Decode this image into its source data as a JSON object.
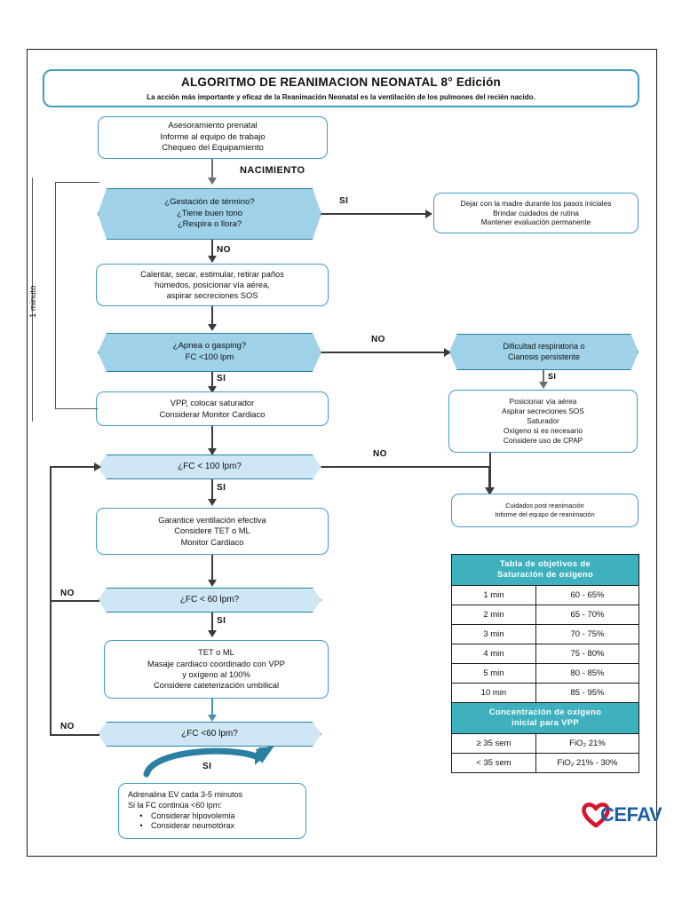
{
  "header": {
    "title": "ALGORITMO DE REANIMACION NEONATAL 8° Edición",
    "subtitle": "La acción más importante y eficaz de la Reanimación Neonatal es la ventilación de los pulmones del recién nacido."
  },
  "timing_label": "1 minuto",
  "nodes": {
    "prenatal": {
      "l1": "Asesoramiento prenatal",
      "l2": "Informe al equipo de trabajo",
      "l3": "Chequeo del Equipamiento"
    },
    "nacimiento_label": "NACIMIENTO",
    "gestacion": {
      "l1": "¿Gestación de término?",
      "l2": "¿Tiene buen tono",
      "l3": "¿Respira o llora?"
    },
    "madre": {
      "l1": "Dejar con la madre durante los pasos iniciales",
      "l2": "Brindar cuidados de rutina",
      "l3": "Mantener evaluación permanente"
    },
    "calentar": {
      "l1": "Calentar, secar, estimular, retirar paños",
      "l2": "húmedos, posicionar vía aérea,",
      "l3": "aspirar secreciones SOS"
    },
    "apnea": {
      "l1": "¿Apnea o gasping?",
      "l2": "FC <100 lpm"
    },
    "dificultad": {
      "l1": "Dificultad respiratoria o",
      "l2": "Cianosis persistente"
    },
    "posicionar": {
      "l1": "Posicionar vía aérea",
      "l2": "Aspirar secreciones SOS",
      "l3": "Saturador",
      "l4": "Oxígeno si es necesario",
      "l5": "Considere uso de CPAP"
    },
    "vpp": {
      "l1": "VPP, colocar saturador",
      "l2": "Considerar Monitor Cardiaco"
    },
    "fc100": {
      "l1": "¿FC < 100 lpm?"
    },
    "postrea": {
      "l1": "Cuidados post reanimación",
      "l2": "Informe del equipo de reanimación"
    },
    "garantice": {
      "l1": "Garantice ventilación efectiva",
      "l2": "Considere TET o ML",
      "l3": "Monitor Cardiaco"
    },
    "fc60a": {
      "l1": "¿FC < 60 lpm?"
    },
    "masaje": {
      "l1": "TET o ML",
      "l2": "Masaje cardiaco coordinado con VPP",
      "l3": "y oxígeno al 100%",
      "l4": "Considere cateterización umbilical"
    },
    "fc60b": {
      "l1": "¿FC <60 lpm?"
    },
    "adrenalina": {
      "l1": "Adrenalina EV cada 3-5 minutos",
      "l2": "Si la FC continúa <60 lpm:",
      "b1": "Considerar hipovolemia",
      "b2": "Considerar neumotórax",
      "bullet": "•"
    }
  },
  "edge_labels": {
    "si_gestacion": "SI",
    "no_gestacion": "NO",
    "si_apnea": "SI",
    "no_apnea": "NO",
    "si_dificultad": "SI",
    "no_fc100": "NO",
    "si_fc100": "SI",
    "no_fc60a": "NO",
    "si_fc60a": "SI",
    "no_fc60b": "NO",
    "si_loop": "SI"
  },
  "table": {
    "header1_l1": "Tabla de objetivos de",
    "header1_l2": "Saturación de oxígeno",
    "rows1": [
      {
        "time": "1 min",
        "sat": "60 - 65%"
      },
      {
        "time": "2 min",
        "sat": "65 - 70%"
      },
      {
        "time": "3 min",
        "sat": "70 - 75%"
      },
      {
        "time": "4 min",
        "sat": "75 - 80%"
      },
      {
        "time": "5 min",
        "sat": "80 - 85%"
      },
      {
        "time": "10 min",
        "sat": "85 - 95%"
      }
    ],
    "header2_l1": "Concentración de oxígeno",
    "header2_l2": "inicial para VPP",
    "rows2": [
      {
        "ega": "≥ 35 sem",
        "fio2": "FiO₂ 21%"
      },
      {
        "ega": "< 35 sem",
        "fio2": "FiO₂ 21% - 30%"
      }
    ]
  },
  "logo": {
    "text": "CEFAV"
  },
  "colors": {
    "hex_fill": "#9fd2e8",
    "hex_light_fill": "#cfe6f5",
    "box_border": "#3f9cc4",
    "table_header": "#3fb0bd",
    "logo_heart": "#d6172b",
    "logo_text": "#1f5fa8"
  }
}
